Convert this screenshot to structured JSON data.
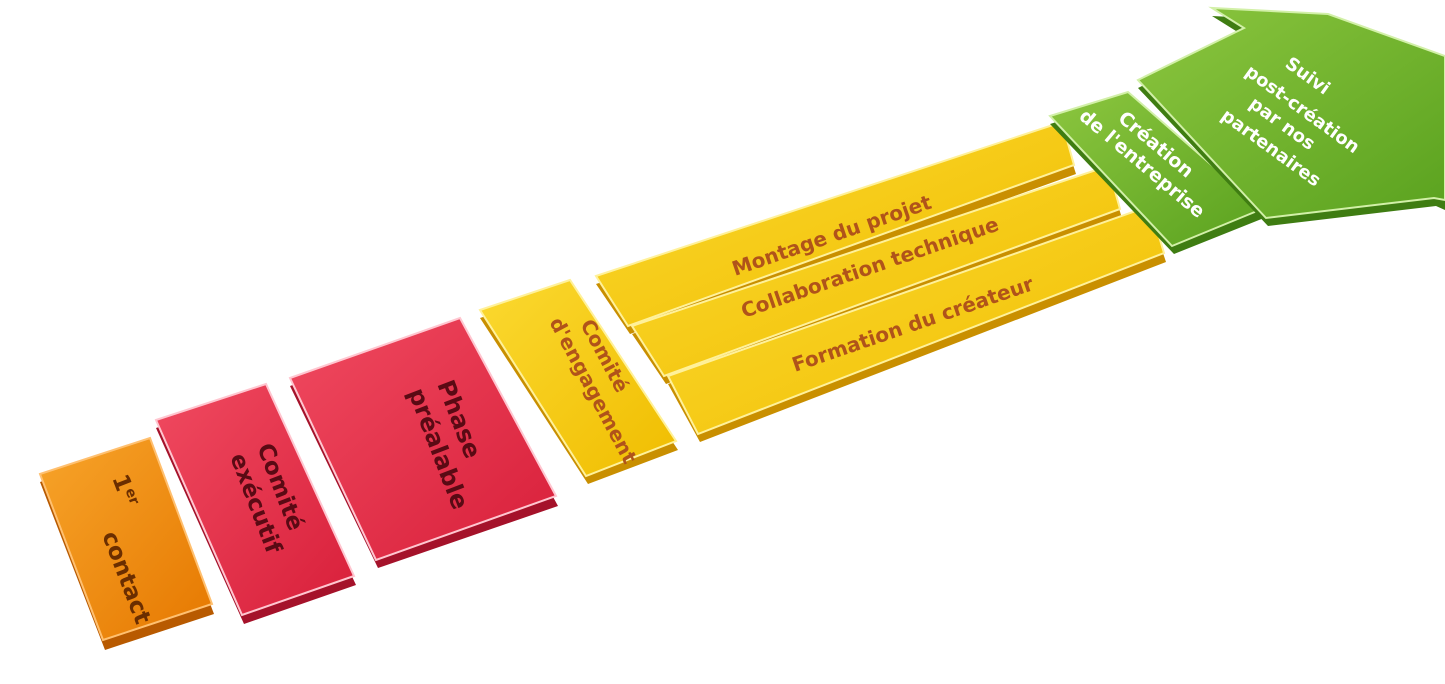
{
  "colors": {
    "orange": "#f08c0a",
    "red": "#e8334a",
    "yellow": "#f5c800",
    "green": "#6ab42d",
    "orange_text": "#6b2e00",
    "red_text": "#5a0a14",
    "yellow_text": "#b0531a",
    "green_text": "#ffffff"
  },
  "steps": {
    "first_contact": {
      "line1": "1",
      "sup": "er",
      "line2": "contact"
    },
    "executive_committee": {
      "line1": "Comité",
      "line2": "exécutif"
    },
    "preliminary_phase": {
      "line1": "Phase",
      "line2": "préalable"
    },
    "engagement_committee": {
      "line1": "Comité",
      "line2": "d'engagement"
    },
    "project_setup": {
      "label": "Montage du projet"
    },
    "technical_collaboration": {
      "label": "Collaboration technique"
    },
    "creator_training": {
      "label": "Formation du créateur"
    },
    "company_creation": {
      "line1": "Création",
      "line2": "de l'entreprise"
    },
    "post_creation_follow_up": {
      "lines": [
        "Suivi",
        "post-création",
        "par nos",
        "partenaires"
      ]
    }
  }
}
